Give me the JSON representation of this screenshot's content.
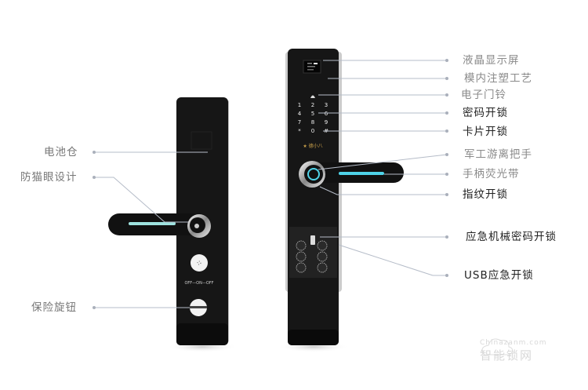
{
  "left_labels": [
    {
      "text": "电池仓"
    },
    {
      "text": "防猫眼设计"
    },
    {
      "text": "保险旋钮"
    }
  ],
  "right_labels": [
    {
      "text": "液晶显示屏",
      "emphasis": false
    },
    {
      "text": "模内注塑工艺",
      "emphasis": false
    },
    {
      "text": "电子门铃",
      "emphasis": false
    },
    {
      "text": "密码开锁",
      "emphasis": true
    },
    {
      "text": "卡片开锁",
      "emphasis": true
    },
    {
      "text": "军工游离把手",
      "emphasis": false
    },
    {
      "text": "手柄荧光带",
      "emphasis": false
    },
    {
      "text": "指纹开锁",
      "emphasis": true
    },
    {
      "text": "应急机械密码开锁",
      "emphasis": true
    },
    {
      "text": "USB应急开锁",
      "emphasis": true
    }
  ],
  "keypad": [
    "1",
    "2",
    "3",
    "4",
    "5",
    "6",
    "7",
    "8",
    "9",
    "*",
    "0",
    "#"
  ],
  "switch_text": "OFF—ON—OFF",
  "logo_text": "德小八",
  "watermark": {
    "line1": "Chinazanm.com",
    "line2": "智能锁网"
  },
  "colors": {
    "lock_body": "#1a1a1a",
    "glow": "#4fd3e8",
    "leader_line": "#b5bcc8",
    "label_light": "#8a8a8a",
    "label_dark": "#222222"
  }
}
